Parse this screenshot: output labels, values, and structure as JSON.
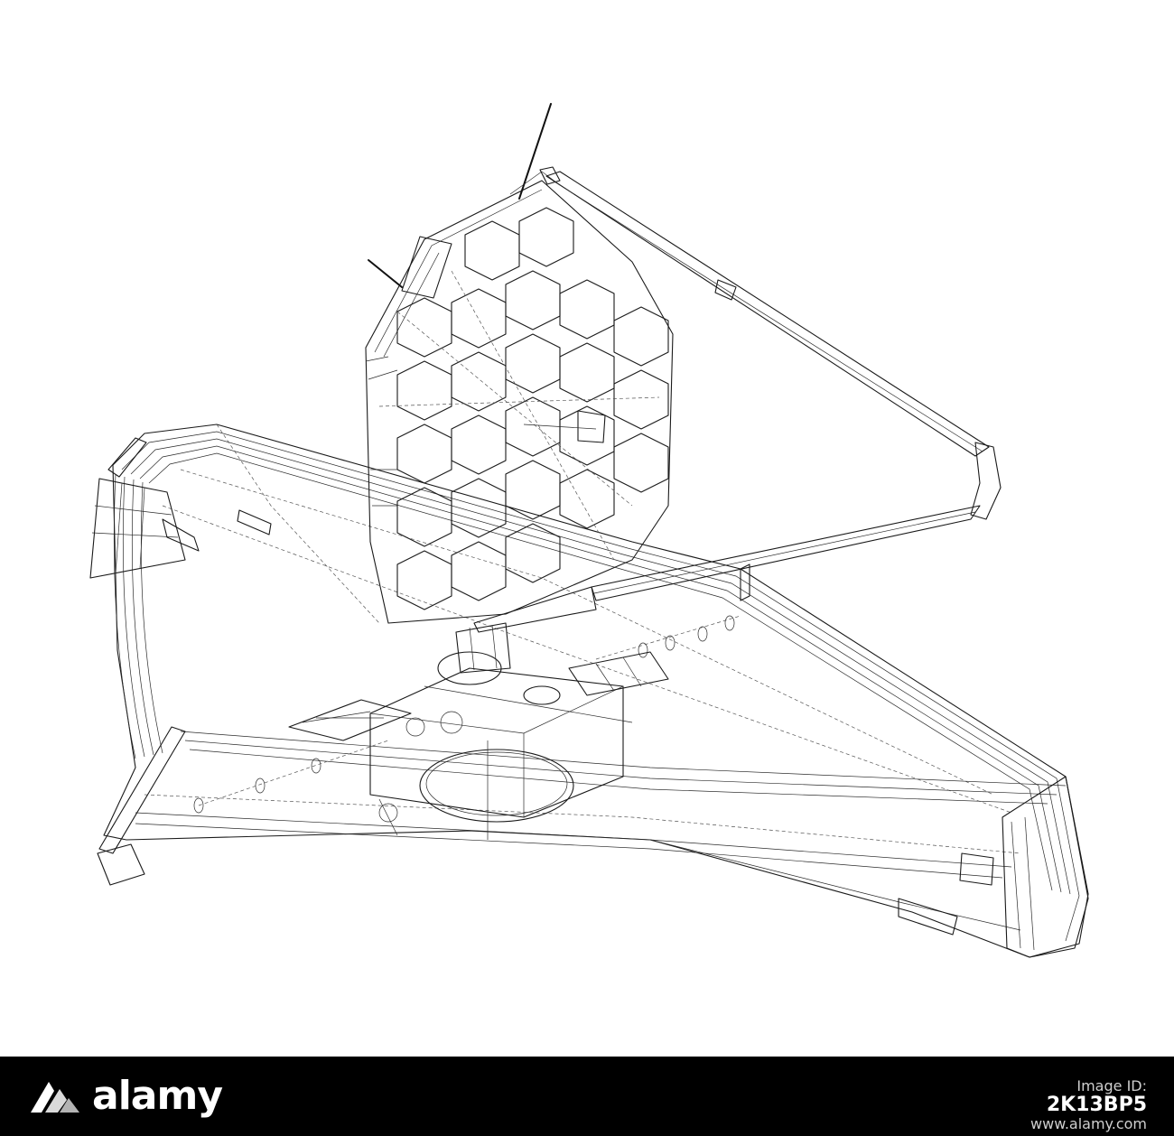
{
  "image": {
    "subject": "James Webb Space Telescope",
    "style": "wireframe line drawing",
    "line_color": "#1a1a1a",
    "background_color": "#ffffff"
  },
  "watermark": {
    "brand": "alamy",
    "brand_color": "#ffffff",
    "bar_color": "#000000",
    "image_id_label": "Image ID:",
    "image_id": "2K13BP5",
    "site": "www.alamy.com"
  }
}
